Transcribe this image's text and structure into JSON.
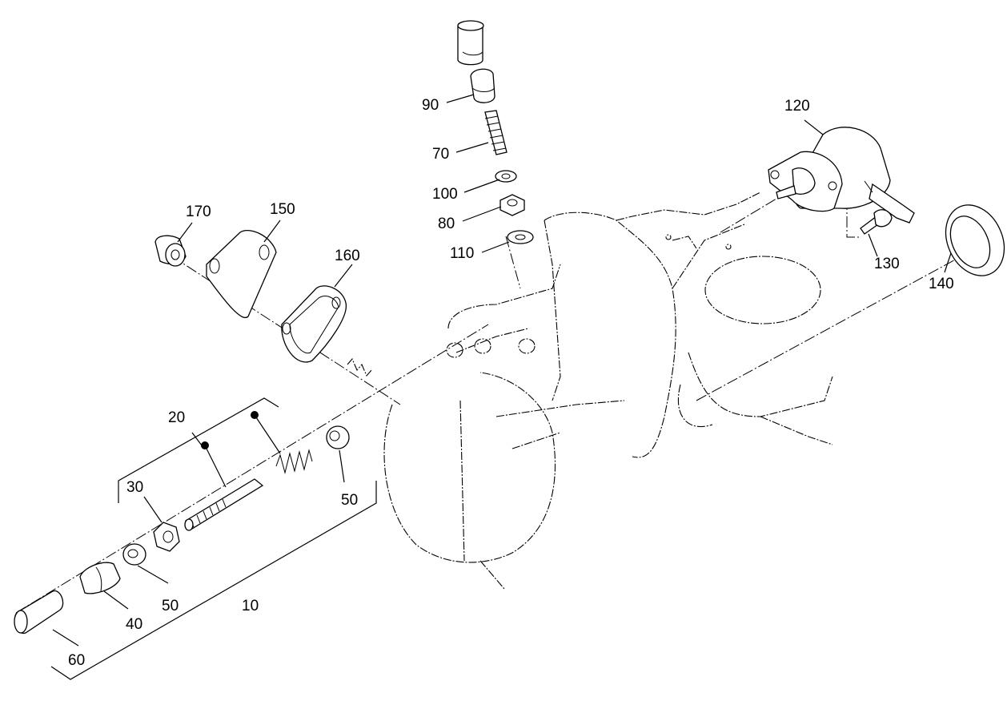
{
  "labels": {
    "l10": "10",
    "l20": "20",
    "l30": "30",
    "l40": "40",
    "l50a": "50",
    "l50b": "50",
    "l60": "60",
    "l70": "70",
    "l80": "80",
    "l90": "90",
    "l100": "100",
    "l110": "110",
    "l120": "120",
    "l130": "130",
    "l140": "140",
    "l150": "150",
    "l160": "160",
    "l170": "170"
  }
}
